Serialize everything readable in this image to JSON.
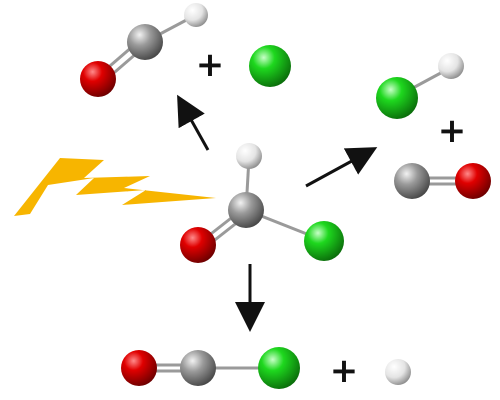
{
  "diagram": {
    "plus_sign": "+",
    "colors": {
      "oxygen": "#d10000",
      "carbon": "#8c8c8c",
      "chlorine": "#18d11c",
      "hydrogen": "#e6e6e6",
      "bond": "#9a9a9a",
      "arrow": "#111111",
      "lightning": "#f7b500"
    },
    "center_molecule": {
      "atoms": [
        "O",
        "C",
        "Cl",
        "H"
      ],
      "name": ""
    },
    "products": [
      {
        "atoms": [
          "O",
          "C",
          "H"
        ],
        "with": [
          "Cl"
        ]
      },
      {
        "atoms": [
          "Cl",
          "H"
        ],
        "with": [
          "C",
          "O"
        ]
      },
      {
        "atoms": [
          "O",
          "C",
          "Cl"
        ],
        "with": [
          "H"
        ]
      }
    ],
    "icons": [
      "lightning-icon",
      "reaction-arrow-icon"
    ]
  }
}
